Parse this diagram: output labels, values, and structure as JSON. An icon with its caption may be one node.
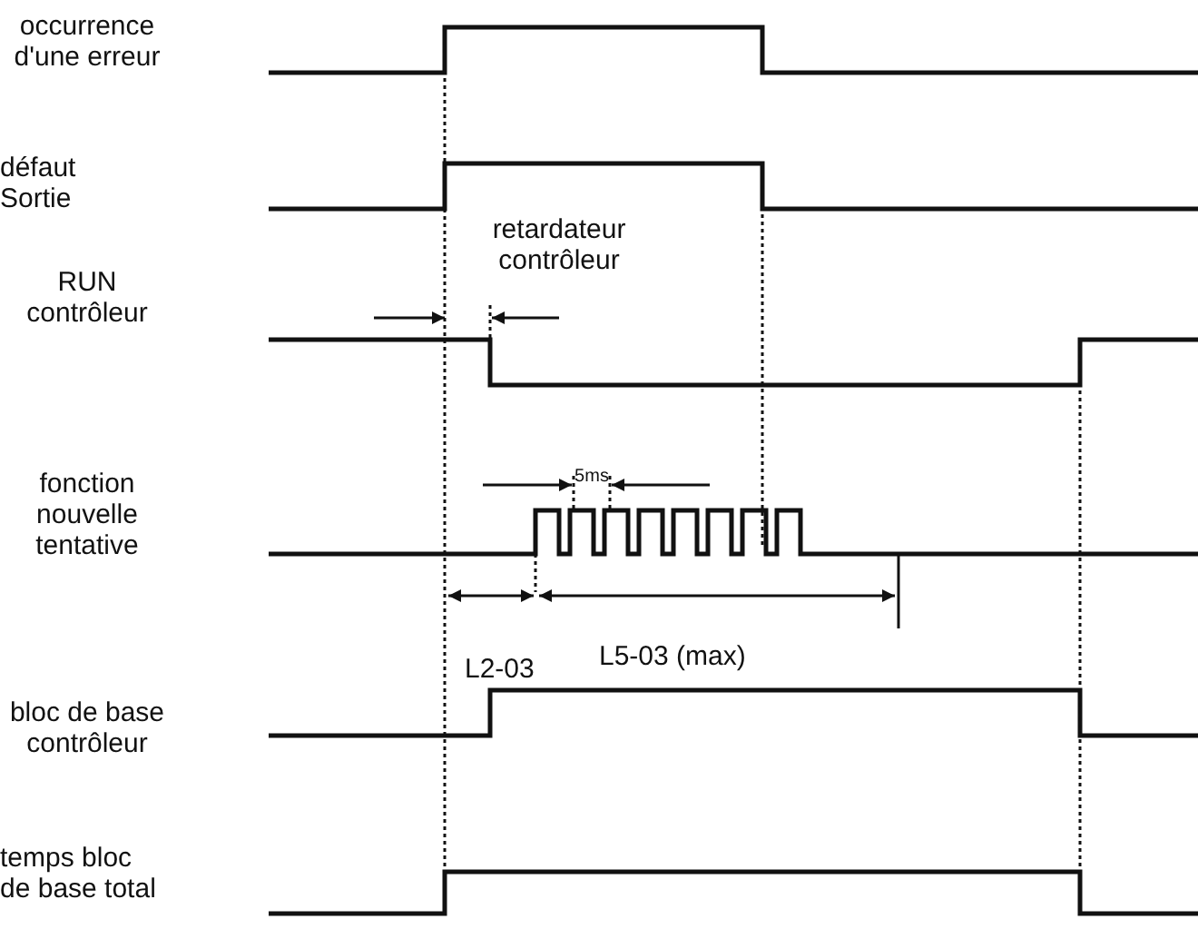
{
  "diagram": {
    "labels": [
      "occurrence d'une erreur",
      "défaut Sortie",
      "retardateur contrôleur",
      "RUN contrôleur",
      "5ms",
      "fonction nouvelle tentative",
      "L5-03 (max)",
      "L2-03",
      "bloc de base contrôleur",
      "temps bloc de base total"
    ]
  }
}
